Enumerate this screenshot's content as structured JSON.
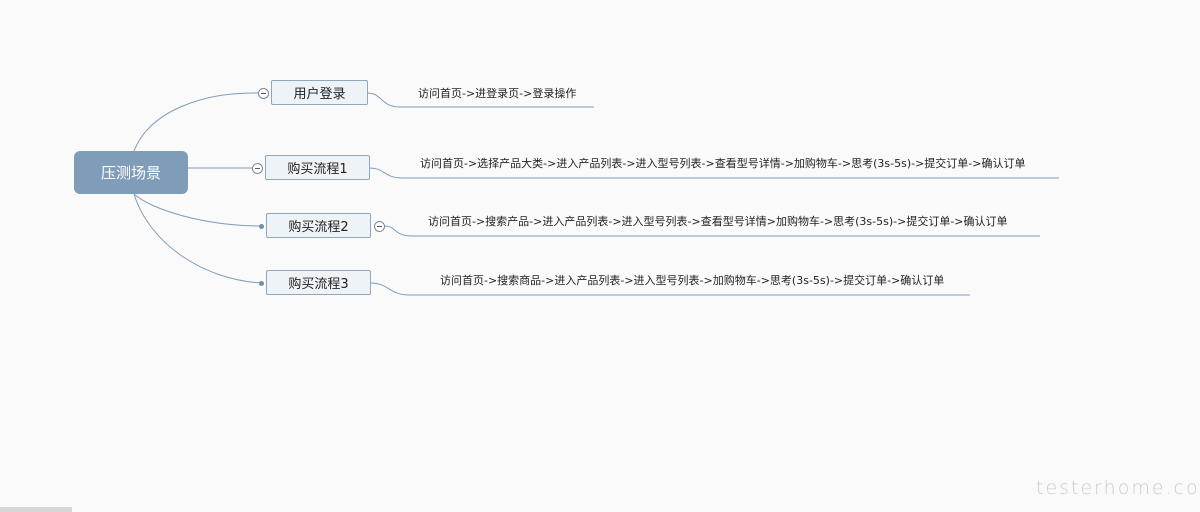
{
  "root": {
    "label": "压测场景"
  },
  "branches": [
    {
      "label": "用户登录",
      "detail": "访问首页->进登录页->登录操作"
    },
    {
      "label": "购买流程1",
      "detail": "访问首页->选择产品大类->进入产品列表->进入型号列表->查看型号详情->加购物车->思考(3s-5s)->提交订单->确认订单"
    },
    {
      "label": "购买流程2",
      "detail": "访问首页->搜索产品->进入产品列表->进入型号列表->查看型号详情>加购物车->思考(3s-5s)->提交订单->确认订单"
    },
    {
      "label": "购买流程3",
      "detail": "访问首页->搜索商品->进入产品列表->进入型号列表->加购物车->思考(3s-5s)->提交订单->确认订单"
    }
  ],
  "watermark": "testerhome.com",
  "colors": {
    "root_fill": "#7f9cb8",
    "topic_fill": "#eef3f8",
    "topic_border": "#8fa7bf",
    "line": "#7f9cb8"
  }
}
